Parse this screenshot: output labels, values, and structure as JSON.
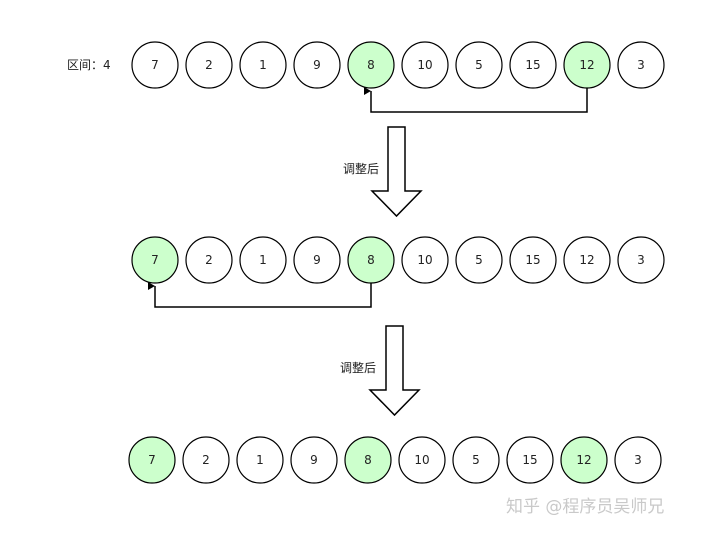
{
  "interval_label": "区间：4",
  "step_label": "调整后",
  "watermark": "知乎 @程序员吴师兄",
  "colors": {
    "highlight_fill": "#ccffcc",
    "normal_fill": "#ffffff",
    "stroke": "#000000"
  },
  "rows": [
    {
      "values": [
        "7",
        "2",
        "1",
        "9",
        "8",
        "10",
        "5",
        "15",
        "12",
        "3"
      ],
      "highlighted": [
        4,
        8
      ],
      "swap": {
        "from": 8,
        "to": 4
      }
    },
    {
      "values": [
        "7",
        "2",
        "1",
        "9",
        "8",
        "10",
        "5",
        "15",
        "12",
        "3"
      ],
      "highlighted": [
        0,
        4
      ],
      "swap": {
        "from": 4,
        "to": 0
      }
    },
    {
      "values": [
        "7",
        "2",
        "1",
        "9",
        "8",
        "10",
        "5",
        "15",
        "12",
        "3"
      ],
      "highlighted": [
        0,
        4,
        8
      ],
      "swap": null
    }
  ]
}
